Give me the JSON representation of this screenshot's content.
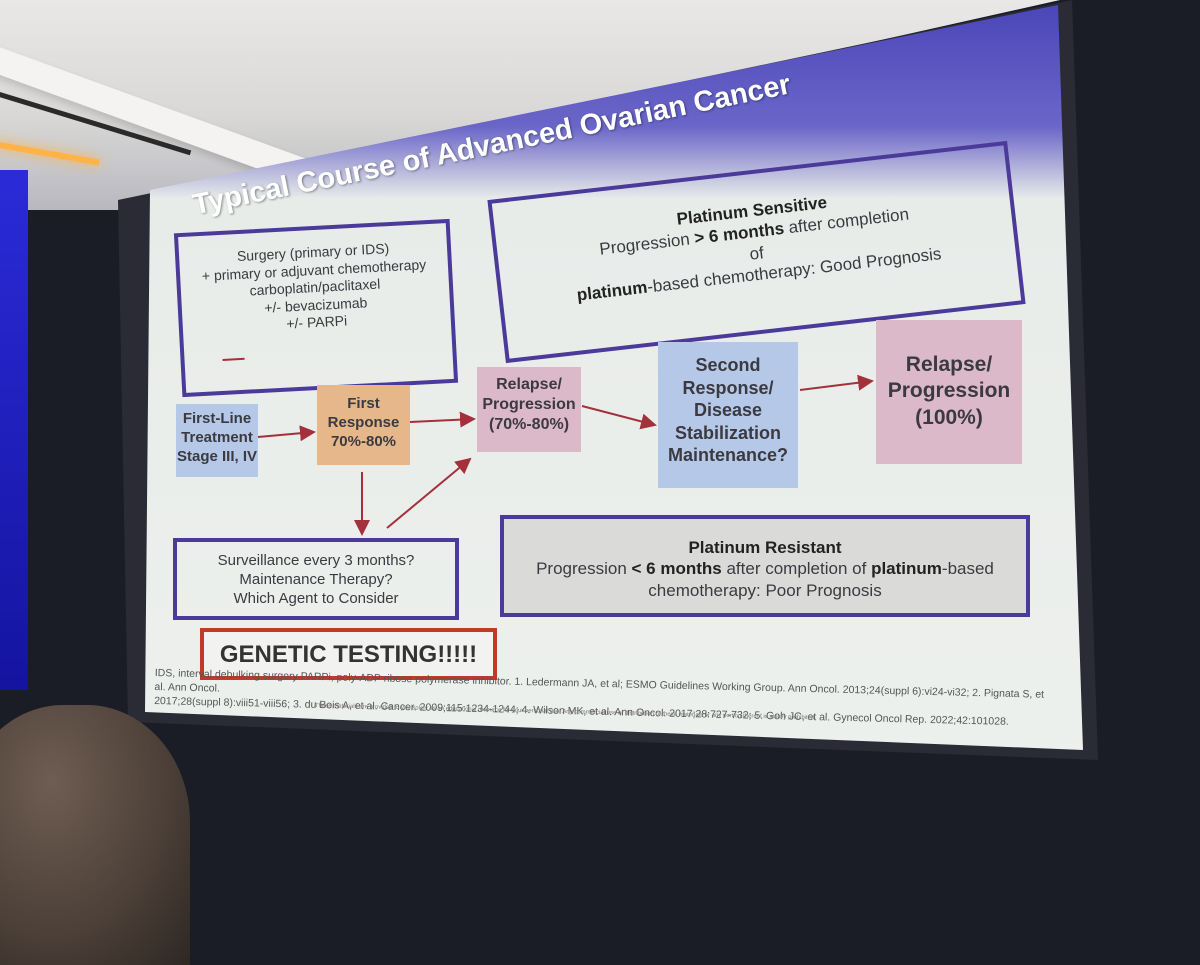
{
  "slide": {
    "title": "Typical Course of Advanced Ovarian Cancer"
  },
  "surgery_box": {
    "lines": [
      "Surgery (primary or IDS)",
      "+ primary or adjuvant chemotherapy",
      "carboplatin/paclitaxel",
      "+/- bevacizumab",
      "+/- PARPi"
    ]
  },
  "platinum_sensitive": {
    "heading": "Platinum Sensitive",
    "line1_pre": "Progression ",
    "line1_bold": "> 6 months",
    "line1_post": " after completion",
    "line2": "of",
    "line3_bold": "platinum",
    "line3_post": "-based chemotherapy: Good Prognosis"
  },
  "platinum_resistant": {
    "heading": "Platinum Resistant",
    "line1_pre": "Progression ",
    "line1_bold": "< 6 months",
    "line1_mid": " after completion of ",
    "line1_bold2": "platinum",
    "line1_post": "-based",
    "line2": "chemotherapy: Poor Prognosis"
  },
  "flow": {
    "first_line": [
      "First-Line",
      "Treatment",
      "Stage III, IV"
    ],
    "first_response": [
      "First",
      "Response",
      "70%-80%"
    ],
    "relapse1": [
      "Relapse/",
      "Progression",
      "(70%-80%)"
    ],
    "second_response": [
      "Second",
      "Response/",
      "Disease",
      "Stabilization",
      "Maintenance?"
    ],
    "relapse2": [
      "Relapse/",
      "Progression",
      "(100%)"
    ]
  },
  "surveillance": {
    "lines": [
      "Surveillance every 3 months?",
      "Maintenance Therapy?",
      "Which Agent to Consider"
    ]
  },
  "genetic_testing": "GENETIC TESTING!!!!!",
  "footnote": {
    "line1": "IDS, interval debulking surgery PARPi, poly-ADP ribose polymerase inhibitor. 1. Ledermann JA, et al; ESMO Guidelines Working Group. Ann Oncol. 2013;24(suppl 6):vi24-vi32; 2. Pignata S, et al. Ann Oncol.",
    "line2": "2017;28(suppl 8):viii51-viii56; 3. du Bois A, et al. Cancer. 2009;115:1234-1244; 4. Wilson MK, et al. Ann Oncol. 2017;28:727-732; 5. Goh JC, et al. Gynecol Oncol Rep. 2022;42:101028.",
    "fine_print": "These materials are provided to you solely as an educational resource for your personal use. Any commercial use or distribution of these materials or any portion thereof is strictly prohibited."
  },
  "colors": {
    "title_band": "#4a45b8",
    "outline": "#4b3a9a",
    "blue_box": "#b6c8e8",
    "orange_box": "#e6b78b",
    "pink_box": "#dcb9c9",
    "arrow": "#a3303a",
    "genetic_border": "#c0392b"
  }
}
